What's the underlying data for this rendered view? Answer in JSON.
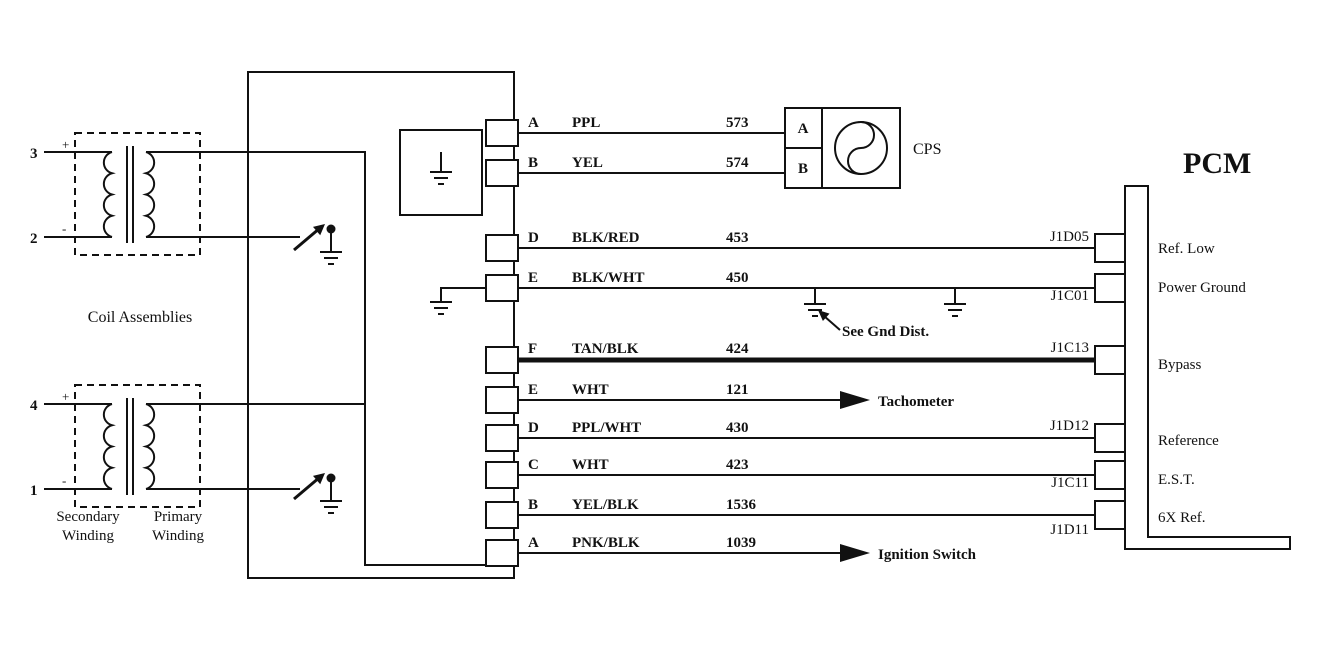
{
  "colors": {
    "ink": "#111111",
    "background": "#ffffff"
  },
  "diagram": {
    "coils": {
      "assembly_label": "Coil Assemblies",
      "secondary_line1": "Secondary",
      "secondary_line2": "Winding",
      "primary_line1": "Primary",
      "primary_line2": "Winding",
      "terminals": [
        "3",
        "2",
        "4",
        "1"
      ],
      "plus": "+",
      "minus": "-"
    },
    "wires": [
      {
        "pin": "A",
        "color": "PPL",
        "circuit": "573"
      },
      {
        "pin": "B",
        "color": "YEL",
        "circuit": "574"
      },
      {
        "pin": "D",
        "color": "BLK/RED",
        "circuit": "453"
      },
      {
        "pin": "E",
        "color": "BLK/WHT",
        "circuit": "450"
      },
      {
        "pin": "F",
        "color": "TAN/BLK",
        "circuit": "424"
      },
      {
        "pin": "E",
        "color": "WHT",
        "circuit": "121"
      },
      {
        "pin": "D",
        "color": "PPL/WHT",
        "circuit": "430"
      },
      {
        "pin": "C",
        "color": "WHT",
        "circuit": "423"
      },
      {
        "pin": "B",
        "color": "YEL/BLK",
        "circuit": "1536"
      },
      {
        "pin": "A",
        "color": "PNK/BLK",
        "circuit": "1039"
      }
    ],
    "cps": {
      "label": "CPS",
      "pin_a": "A",
      "pin_b": "B"
    },
    "pcm": {
      "title": "PCM",
      "pins": [
        {
          "id": "J1D05",
          "label": "Ref. Low"
        },
        {
          "id": "J1C01",
          "label": "Power Ground"
        },
        {
          "id": "J1C13",
          "label": "Bypass"
        },
        {
          "id": "J1D12",
          "label": "Reference"
        },
        {
          "id": "J1C11",
          "label": "E.S.T."
        },
        {
          "id": "J1D11",
          "label": "6X Ref."
        }
      ]
    },
    "notes": {
      "see_gnd": "See Gnd Dist.",
      "tachometer": "Tachometer",
      "ignition_switch": "Ignition Switch"
    }
  }
}
